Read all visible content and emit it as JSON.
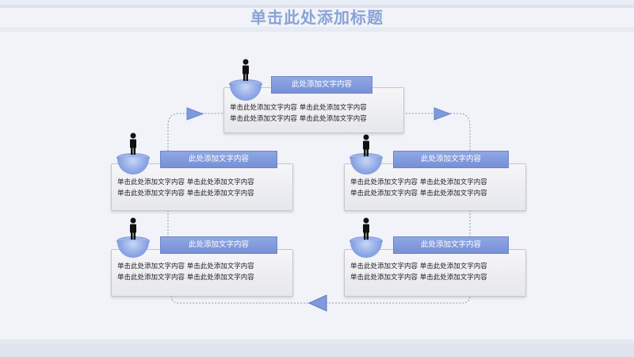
{
  "title": "单击此处添加标题",
  "colors": {
    "accent": "#7b93d8",
    "title": "#8aa3d6",
    "box": "#ececf0"
  },
  "nodes": [
    {
      "header": "此处添加文字内容",
      "lines": [
        "单击此处添加文字内容 单击此处添加文字内容",
        "单击此处添加文字内容 单击此处添加文字内容"
      ]
    },
    {
      "header": "此处添加文字内容",
      "lines": [
        "单击此处添加文字内容 单击此处添加文字内容",
        "单击此处添加文字内容 单击此处添加文字内容"
      ]
    },
    {
      "header": "此处添加文字内容",
      "lines": [
        "单击此处添加文字内容 单击此处添加文字内容",
        "单击此处添加文字内容 单击此处添加文字内容"
      ]
    },
    {
      "header": "此处添加文字内容",
      "lines": [
        "单击此处添加文字内容 单击此处添加文字内容",
        "单击此处添加文字内容 单击此处添加文字内容"
      ]
    },
    {
      "header": "此处添加文字内容",
      "lines": [
        "单击此处添加文字内容 单击此处添加文字内容",
        "单击此处添加文字内容 单击此处添加文字内容"
      ]
    }
  ],
  "icons": [
    "person-icon",
    "arrow-right-icon",
    "arrow-left-icon"
  ]
}
